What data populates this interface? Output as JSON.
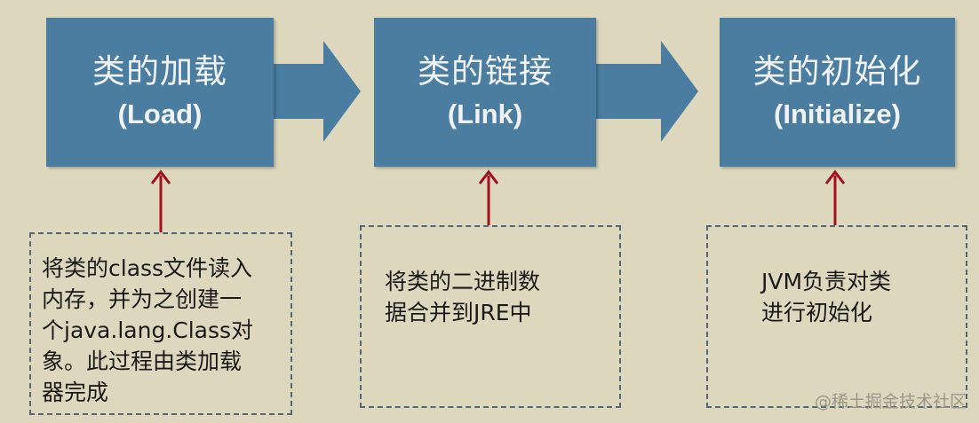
{
  "colors": {
    "background": "#ddd8bd",
    "stage_box": "#4a7d9f",
    "stage_text": "#f0f2f4",
    "flow_arrow": "#4a7d9f",
    "connector_arrow": "#a30f1c",
    "note_border": "#556677"
  },
  "stages": [
    {
      "title": "类的加载",
      "subtitle": "(Load)"
    },
    {
      "title": "类的链接",
      "subtitle": "(Link)"
    },
    {
      "title": "类的初始化",
      "subtitle": "(Initialize)"
    }
  ],
  "notes": [
    {
      "text": "将类的class文件读入\n内存，并为之创建一\n个java.lang.Class对\n象。此过程由类加载\n器完成"
    },
    {
      "text": "将类的二进制数\n据合并到JRE中"
    },
    {
      "text": "JVM负责对类\n进行初始化"
    }
  ],
  "watermark": "@稀土掘金技术社区"
}
